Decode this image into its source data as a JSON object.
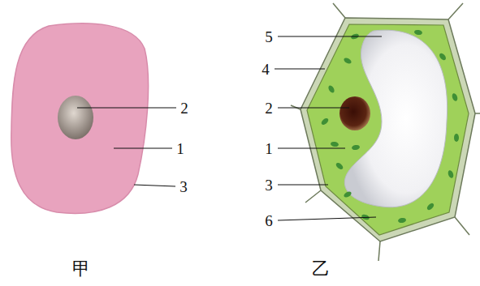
{
  "diagram": {
    "labels": [
      "2",
      "1",
      "3",
      "5",
      "4",
      "2",
      "1",
      "3",
      "6",
      "甲",
      "乙"
    ]
  }
}
